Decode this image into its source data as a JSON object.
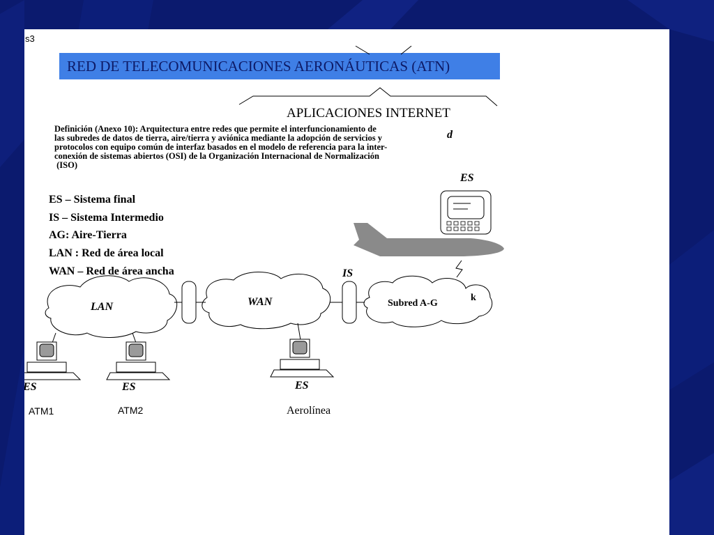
{
  "slide": {
    "number": "s3",
    "title": "RED DE TELECOMUNICACIONES AERONÁUTICAS (ATN)",
    "apps_label": "APLICACIONES INTERNET",
    "definition_lines": [
      "Definición (Anexo 10): Arquitectura entre redes que permite el interfuncionamiento de",
      "las subredes de datos de tierra, aire/tierra y aviónica mediante la adopción de servicios y",
      "protocolos con equipo común de interfaz basados en el modelo de referencia para la inter-",
      "conexión de sistemas abiertos (OSI) de la Organización Internacional de Normalización",
      " (ISO)"
    ]
  },
  "legend": [
    "ES – Sistema final",
    "IS – Sistema Intermedio",
    "AG: Aire-Tierra",
    "LAN : Red de área local",
    "WAN – Red de área ancha"
  ],
  "diagram": {
    "lan": "LAN",
    "wan": "WAN",
    "is": "IS",
    "subnet": "Subred A-G",
    "aircraft_es": "ES",
    "terminals": [
      {
        "es": "ES",
        "caption": "ATM1"
      },
      {
        "es": "ES",
        "caption": "ATM2"
      },
      {
        "es": "ES",
        "caption": "Aerolínea"
      }
    ],
    "stray_d": "d",
    "stray_k": "k"
  },
  "colors": {
    "background": "#0b1a6e",
    "title_bar": "#3f7fe6",
    "title_text": "#0d1a66",
    "aircraft": "#8a8a8a"
  }
}
